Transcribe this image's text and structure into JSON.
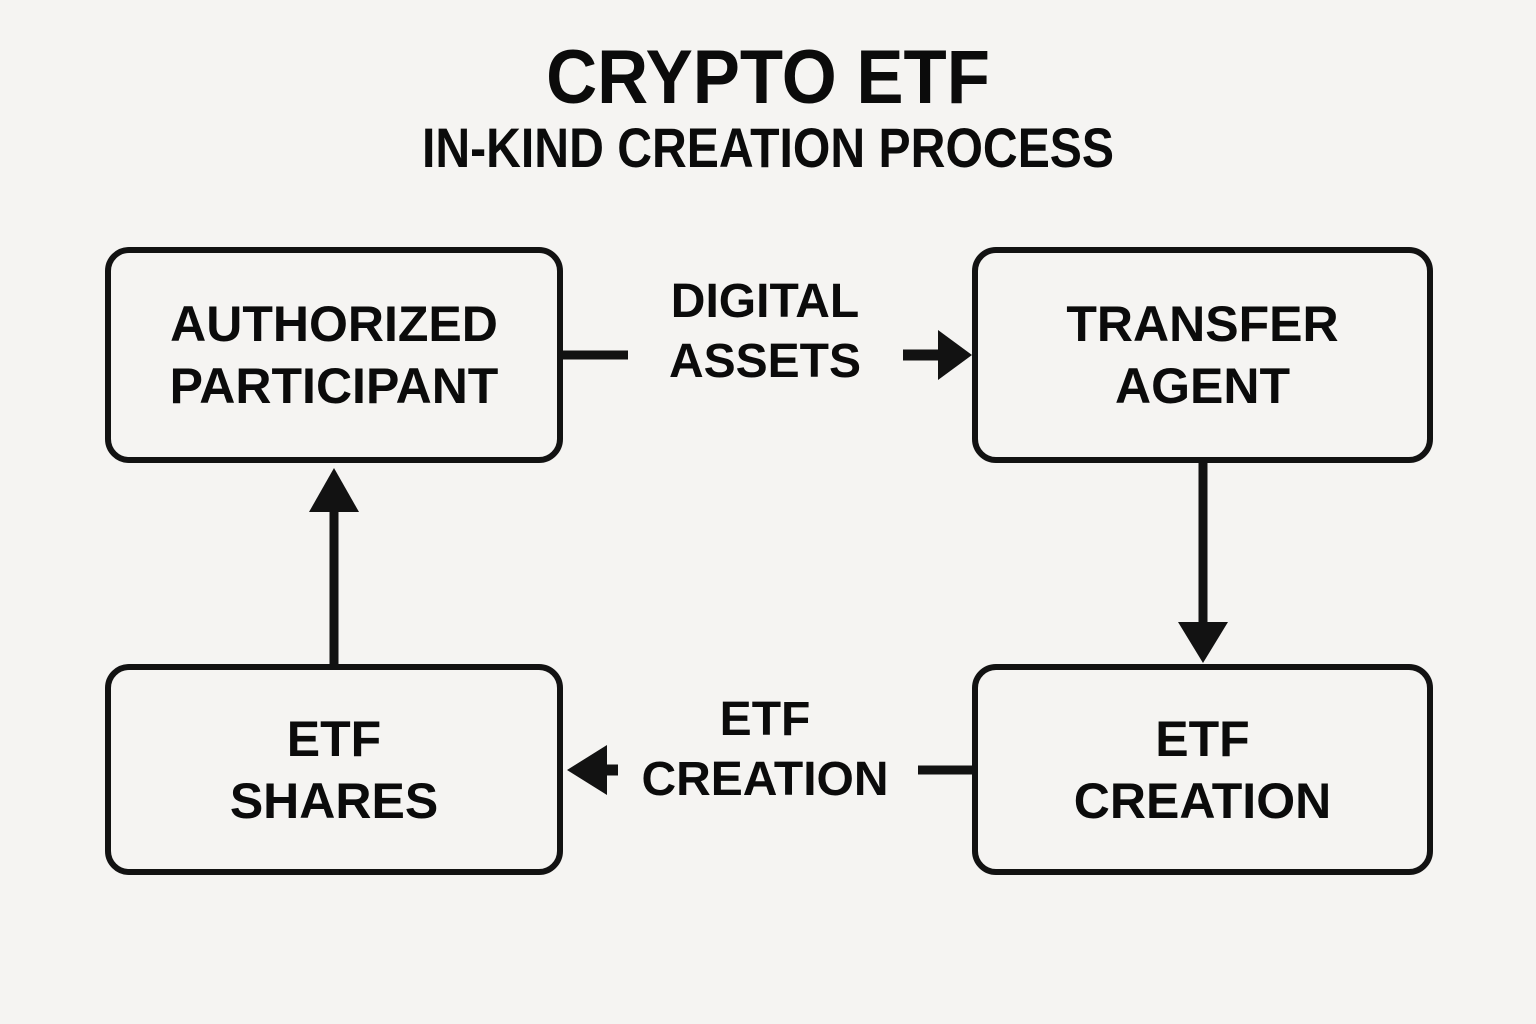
{
  "header": {
    "title": "CRYPTO ETF",
    "subtitle": "IN-KIND CREATION PROCESS"
  },
  "theme": {
    "background": "#f5f4f2",
    "stroke": "#121212",
    "text": "#0b0b0b"
  },
  "diagram": {
    "type": "flowchart",
    "nodes": [
      {
        "id": "authorized-participant",
        "label": "AUTHORIZED\nPARTICIPANT"
      },
      {
        "id": "transfer-agent",
        "label": "TRANSFER\nAGENT"
      },
      {
        "id": "etf-shares",
        "label": "ETF\nSHARES"
      },
      {
        "id": "etf-creation",
        "label": "ETF\nCREATION"
      }
    ],
    "edges": [
      {
        "id": "ap-to-ta",
        "from": "authorized-participant",
        "to": "transfer-agent",
        "label": "DIGITAL\nASSETS",
        "direction": "right"
      },
      {
        "id": "ta-to-creation",
        "from": "transfer-agent",
        "to": "etf-creation",
        "label": "",
        "direction": "down"
      },
      {
        "id": "creation-to-shares",
        "from": "etf-creation",
        "to": "etf-shares",
        "label": "ETF\nCREATION",
        "direction": "left"
      },
      {
        "id": "shares-to-ap",
        "from": "etf-shares",
        "to": "authorized-participant",
        "label": "",
        "direction": "up"
      }
    ]
  }
}
